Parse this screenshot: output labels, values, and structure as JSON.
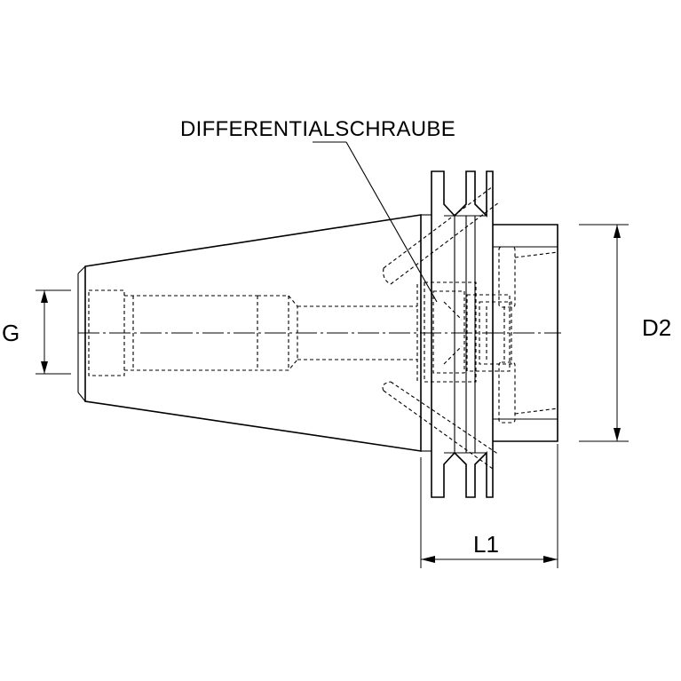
{
  "drawing": {
    "callout": "DIFFERENTIALSCHRAUBE",
    "dimensions": {
      "G": "G",
      "D2": "D2",
      "L1": "L1"
    }
  }
}
